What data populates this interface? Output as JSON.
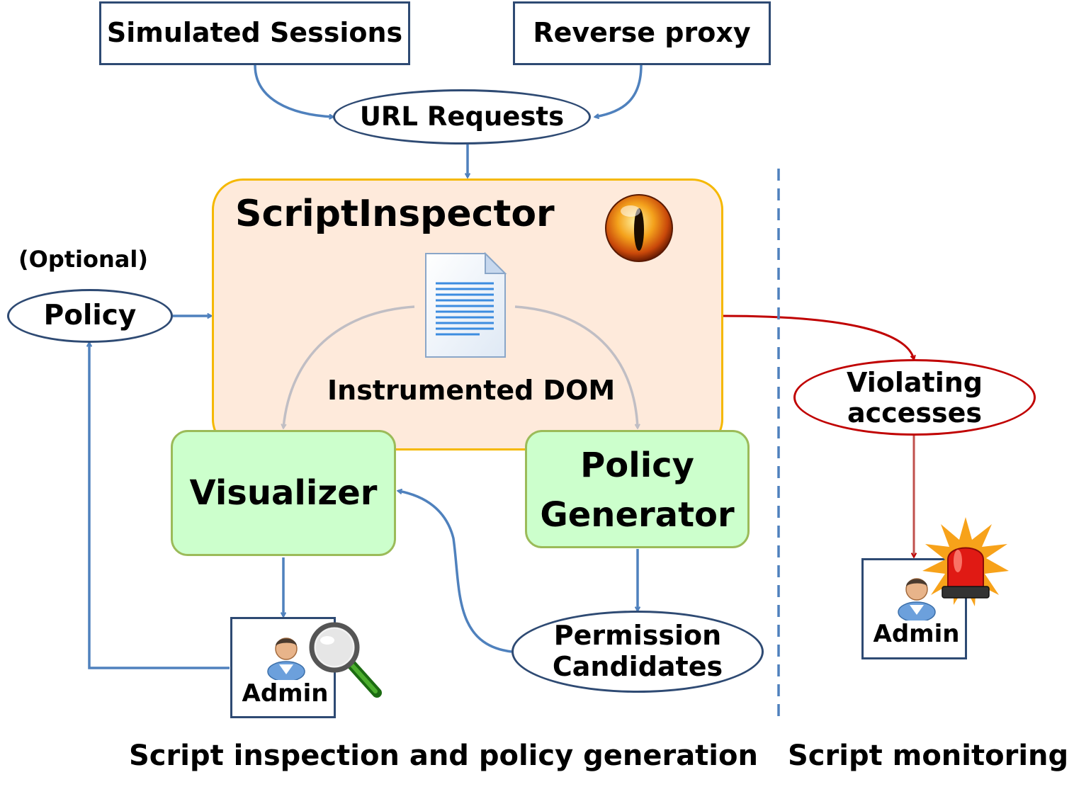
{
  "colors": {
    "arrow_blue": "#4f81bd",
    "arrow_red": "#c00000",
    "box_border": "#2e4a73",
    "inspector_fill": "#fde4d2",
    "inspector_border": "#f5b800",
    "green_fill": "#ccffcc",
    "green_border": "#9bbb59"
  },
  "nodes": {
    "simulated_sessions": "Simulated Sessions",
    "reverse_proxy": "Reverse proxy",
    "url_requests": "URL Requests",
    "script_inspector": "ScriptInspector",
    "instrumented_dom": "Instrumented DOM",
    "optional": "(Optional)",
    "policy": "Policy",
    "visualizer": "Visualizer",
    "policy_generator_line1": "Policy",
    "policy_generator_line2": "Generator",
    "permission_line1": "Permission",
    "permission_line2": "Candidates",
    "violating_line1": "Violating",
    "violating_line2": "accesses",
    "admin_left": "Admin",
    "admin_right": "Admin"
  },
  "icons": {
    "document": "document-icon",
    "eye": "eye-icon",
    "user": "user-icon",
    "magnifier": "magnifier-icon",
    "alarm": "alarm-light-icon"
  },
  "sections": {
    "left": "Script inspection and policy generation",
    "right": "Script monitoring"
  }
}
